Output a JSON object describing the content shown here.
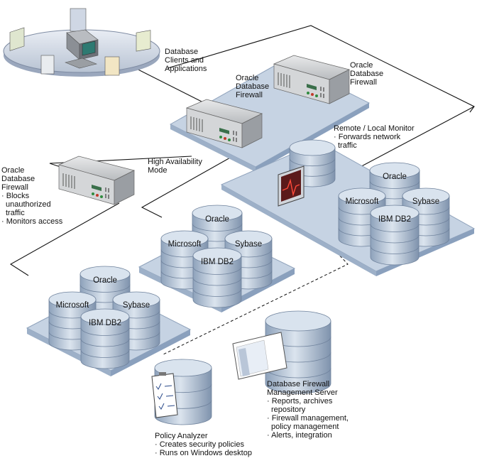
{
  "labels": {
    "clients": "Database Clients and Applications",
    "firewall_top_a": "Oracle Database Firewall",
    "firewall_top_b": "Oracle Database Firewall",
    "high_availability": "High Availability Mode",
    "firewall_left": {
      "title": "Oracle Database Firewall",
      "bullets": [
        "Blocks unauthorized traffic",
        "Monitors access"
      ]
    },
    "monitor": {
      "title": "Remote / Local Monitor",
      "bullets": [
        "Forwards network traffic"
      ]
    },
    "management": {
      "title": "Database Firewall Management Server",
      "bullets": [
        "Reports, archives repository",
        "Firewall management, policy management",
        "Alerts, integration"
      ]
    },
    "policy": {
      "title": "Policy Analyzer",
      "bullets": [
        "Creates security policies",
        "Runs on Windows desktop"
      ]
    }
  },
  "db_cluster": [
    "Oracle",
    "Microsoft",
    "Sybase",
    "IBM DB2"
  ],
  "colors": {
    "platform": "#c6d3e3",
    "db_fill": "#bccbdc",
    "db_top": "#d9e3ee",
    "device_body": "#c9cbcd",
    "line": "#111111"
  }
}
